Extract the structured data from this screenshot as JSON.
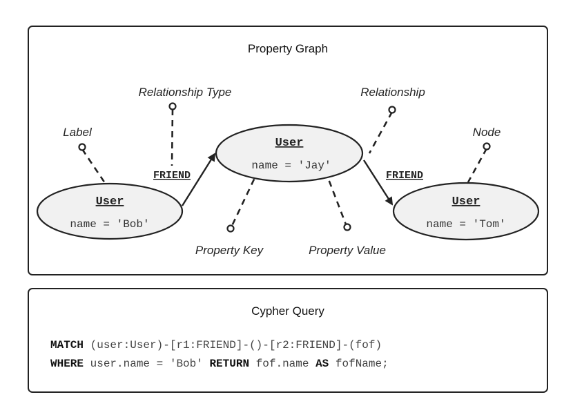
{
  "graph_panel": {
    "title": "Property Graph",
    "nodes": [
      {
        "label": "User",
        "property": "name = 'Bob'"
      },
      {
        "label": "User",
        "property": "name = 'Jay'"
      },
      {
        "label": "User",
        "property": "name = 'Tom'"
      }
    ],
    "relationships": [
      {
        "type": "FRIEND"
      },
      {
        "type": "FRIEND"
      }
    ],
    "callouts": {
      "label": "Label",
      "relationship_type": "Relationship Type",
      "relationship": "Relationship",
      "node": "Node",
      "property_key": "Property Key",
      "property_value": "Property Value"
    }
  },
  "query_panel": {
    "title": "Cypher Query",
    "line1": {
      "kw1": "MATCH",
      "text1": " (user:User)-[r1:FRIEND]-()-[r2:FRIEND]-(fof)"
    },
    "line2": {
      "kw1": "WHERE",
      "text1": " user.name = 'Bob' ",
      "kw2": "RETURN",
      "text2": " fof.name ",
      "kw3": "AS",
      "text3": " fofName;"
    }
  }
}
